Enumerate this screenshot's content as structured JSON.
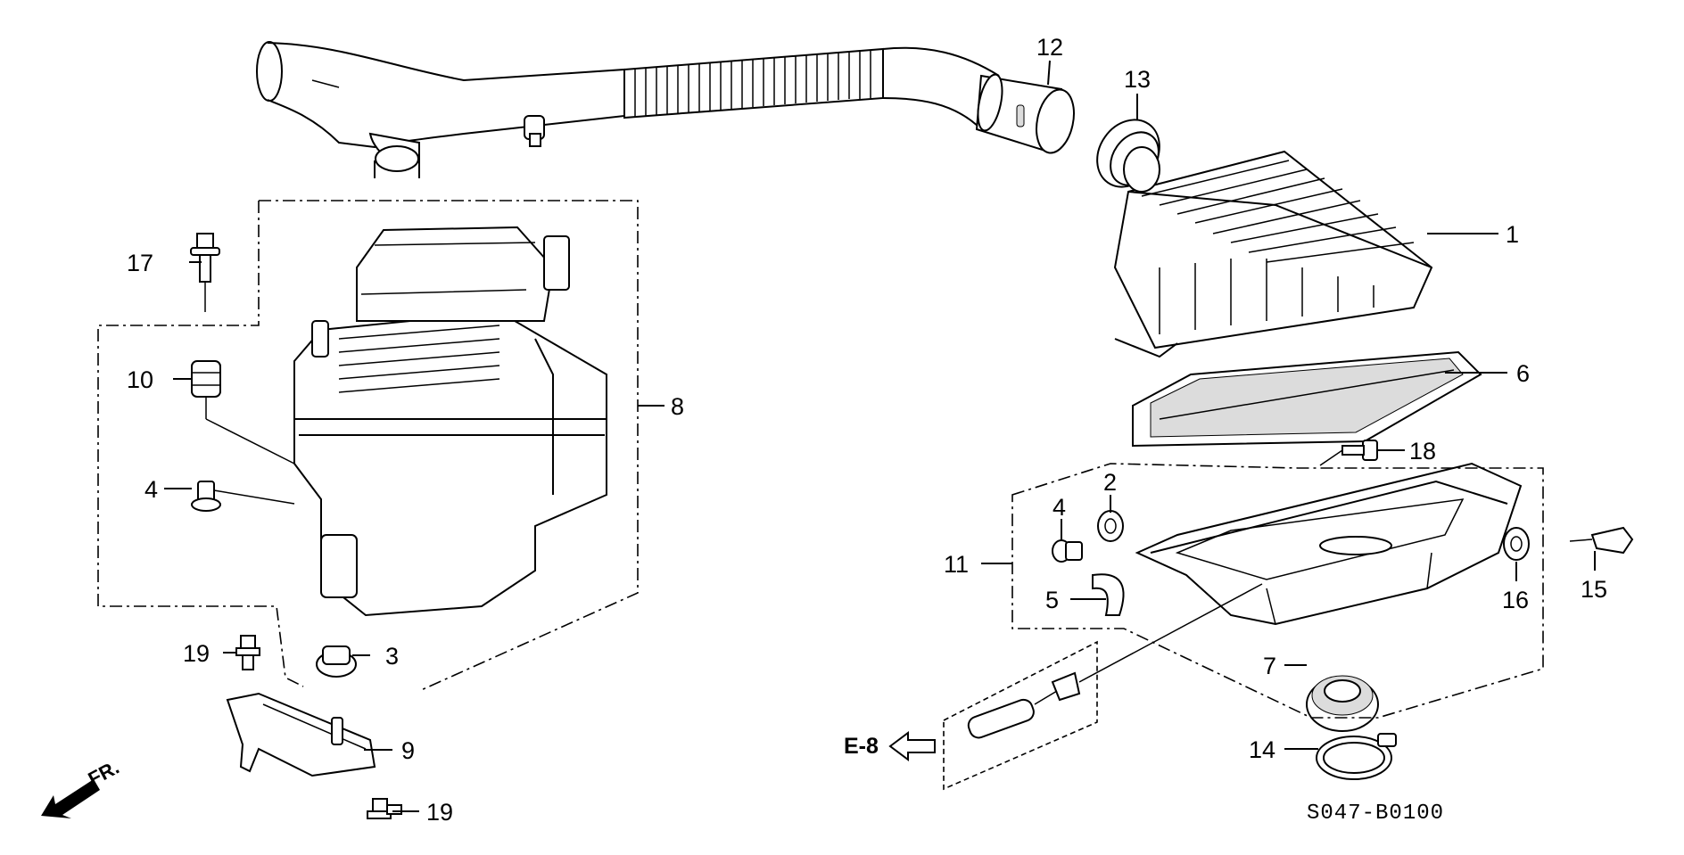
{
  "callouts": [
    {
      "id": "1",
      "label": "1"
    },
    {
      "id": "2",
      "label": "2"
    },
    {
      "id": "3",
      "label": "3"
    },
    {
      "id": "4a",
      "label": "4"
    },
    {
      "id": "4b",
      "label": "4"
    },
    {
      "id": "5",
      "label": "5"
    },
    {
      "id": "6",
      "label": "6"
    },
    {
      "id": "7",
      "label": "7"
    },
    {
      "id": "8",
      "label": "8"
    },
    {
      "id": "9",
      "label": "9"
    },
    {
      "id": "10",
      "label": "10"
    },
    {
      "id": "11",
      "label": "11"
    },
    {
      "id": "12",
      "label": "12"
    },
    {
      "id": "13",
      "label": "13"
    },
    {
      "id": "14",
      "label": "14"
    },
    {
      "id": "15",
      "label": "15"
    },
    {
      "id": "16",
      "label": "16"
    },
    {
      "id": "17",
      "label": "17"
    },
    {
      "id": "18",
      "label": "18"
    },
    {
      "id": "19a",
      "label": "19"
    },
    {
      "id": "19b",
      "label": "19"
    }
  ],
  "reference_arrow": {
    "label": "E-8",
    "icon": "outline-arrow-left-icon"
  },
  "front_indicator": {
    "label": "FR.",
    "icon": "filled-arrow-down-left-icon"
  },
  "diagram_code": "S047-B0100"
}
